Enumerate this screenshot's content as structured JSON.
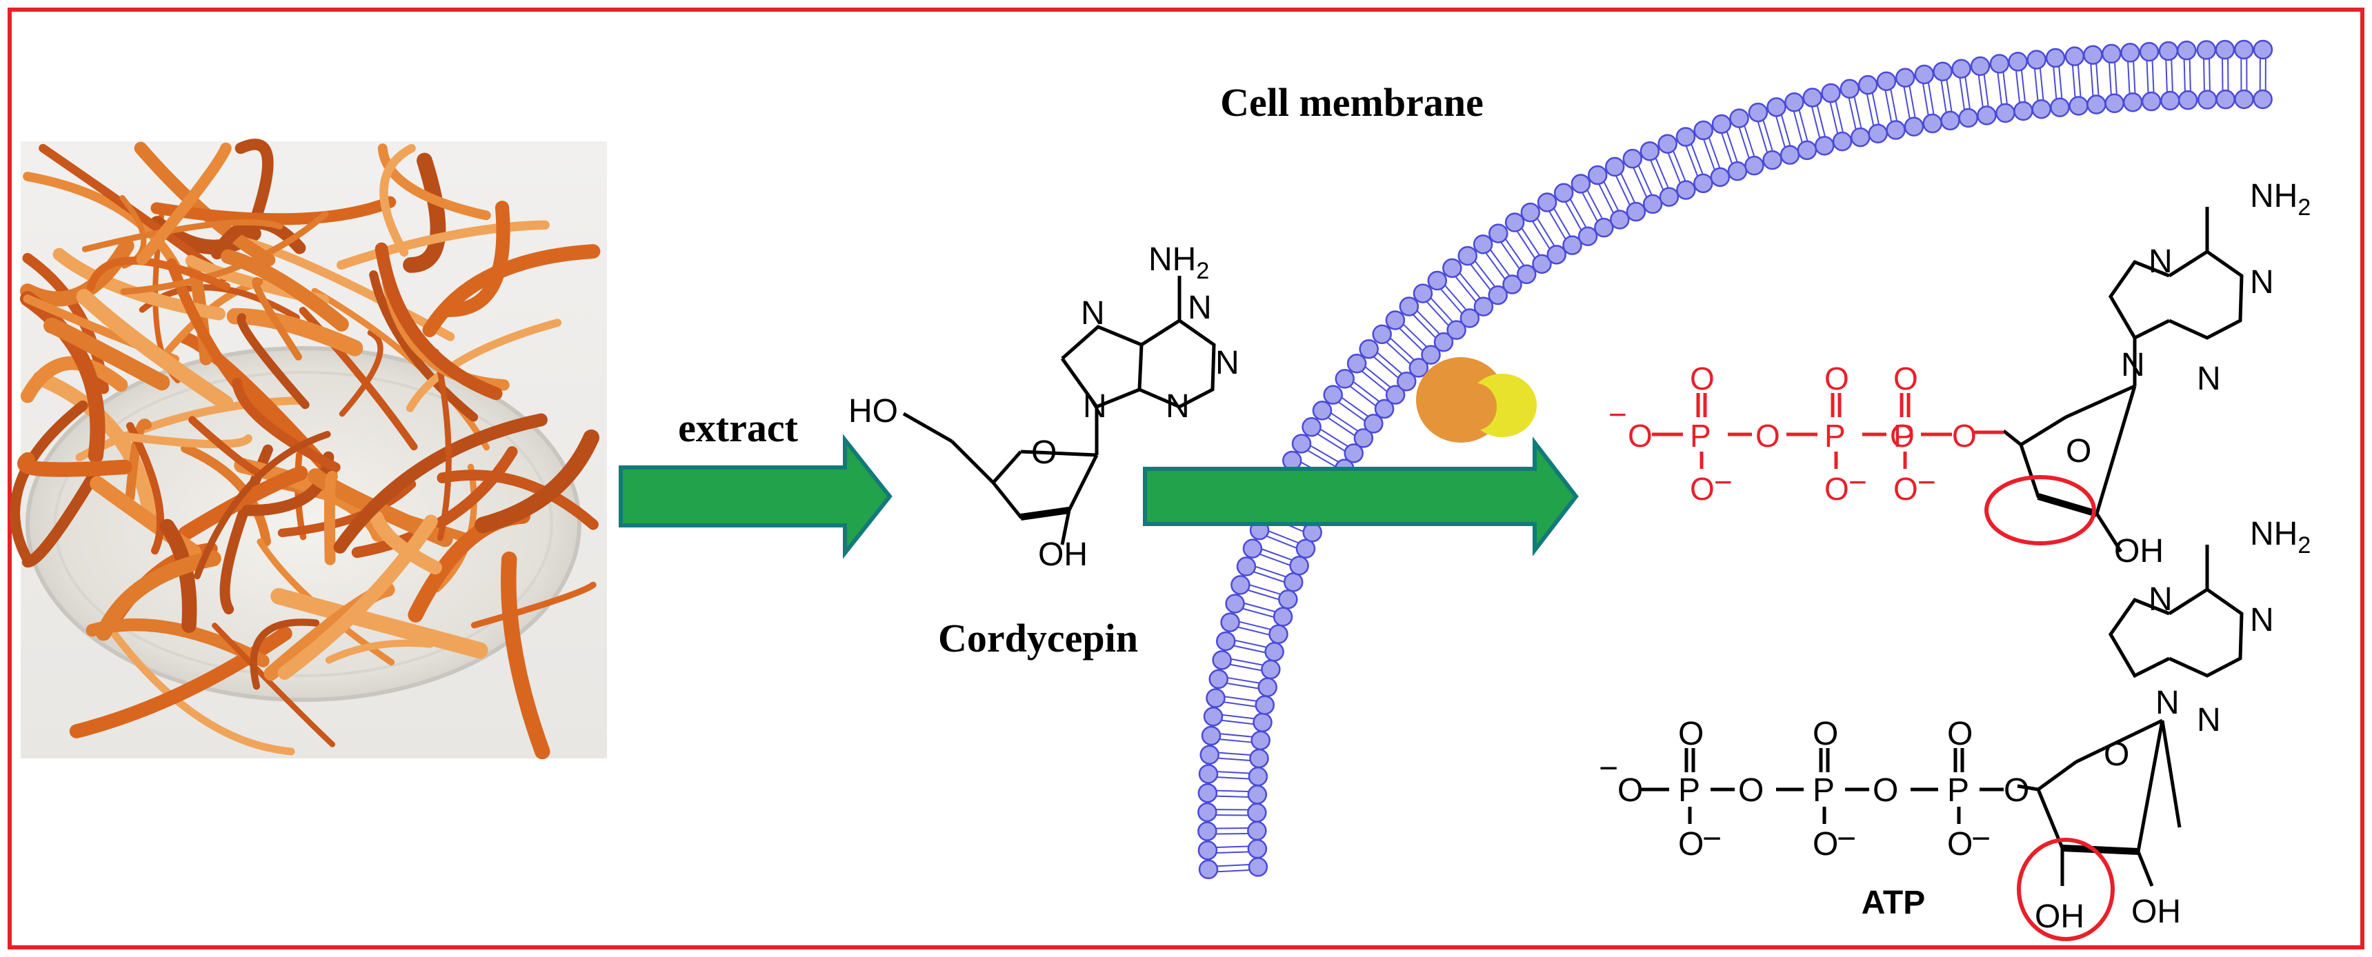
{
  "labels": {
    "extract": "extract",
    "cordycepin": "Cordycepin",
    "cell_membrane": "Cell membrane",
    "atp": "ATP"
  },
  "chem": {
    "nh2": "NH",
    "nh2_sub": "2",
    "n": "N",
    "o": "O",
    "oh": "OH",
    "ho": "HO",
    "p": "P",
    "minus": "−"
  },
  "colors": {
    "frame": "#e8202a",
    "arrow_fill": "#22a24b",
    "arrow_stroke": "#127a78",
    "bead": "#a5a5ef",
    "bead_stroke": "#4a4ad8",
    "triphosphate_red": "#e8202a",
    "enzyme_orange": "#e5943a",
    "enzyme_yellow": "#e8e22c",
    "bond": "#000000"
  },
  "icons": [
    "cordyceps-mushroom-photo",
    "enzyme-icon",
    "extract-arrow",
    "uptake-arrow"
  ]
}
